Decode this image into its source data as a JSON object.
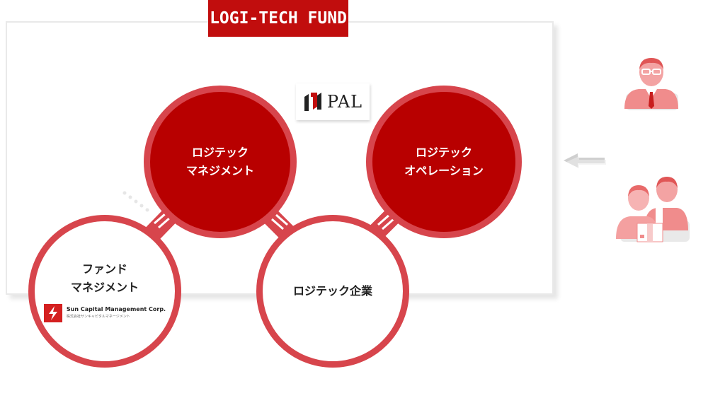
{
  "fund": {
    "label": "LOGI-TECH FUND"
  },
  "circles": {
    "management": {
      "line1": "ロジテック",
      "line2": "マネジメント"
    },
    "operations": {
      "line1": "ロジテック",
      "line2": "オペレーション"
    },
    "fund_management": {
      "line1": "ファンド",
      "line2": "マネジメント"
    },
    "corporation": {
      "label": "ロジテック企業"
    }
  },
  "logos": {
    "pal": {
      "text": "PAL"
    },
    "sun_capital": {
      "name": "Sun Capital Management Corp.",
      "sub": "株式会社サンキャピタルマネージメント"
    }
  },
  "icons": {
    "businessman": "businessman-icon",
    "workers": "workers-icon",
    "arrow": "arrow-left-icon"
  },
  "colors": {
    "brand_red": "#b80000",
    "ring_red": "#d7454c",
    "label_red": "#c10d0d",
    "icon_pink": "#f08c8c"
  }
}
